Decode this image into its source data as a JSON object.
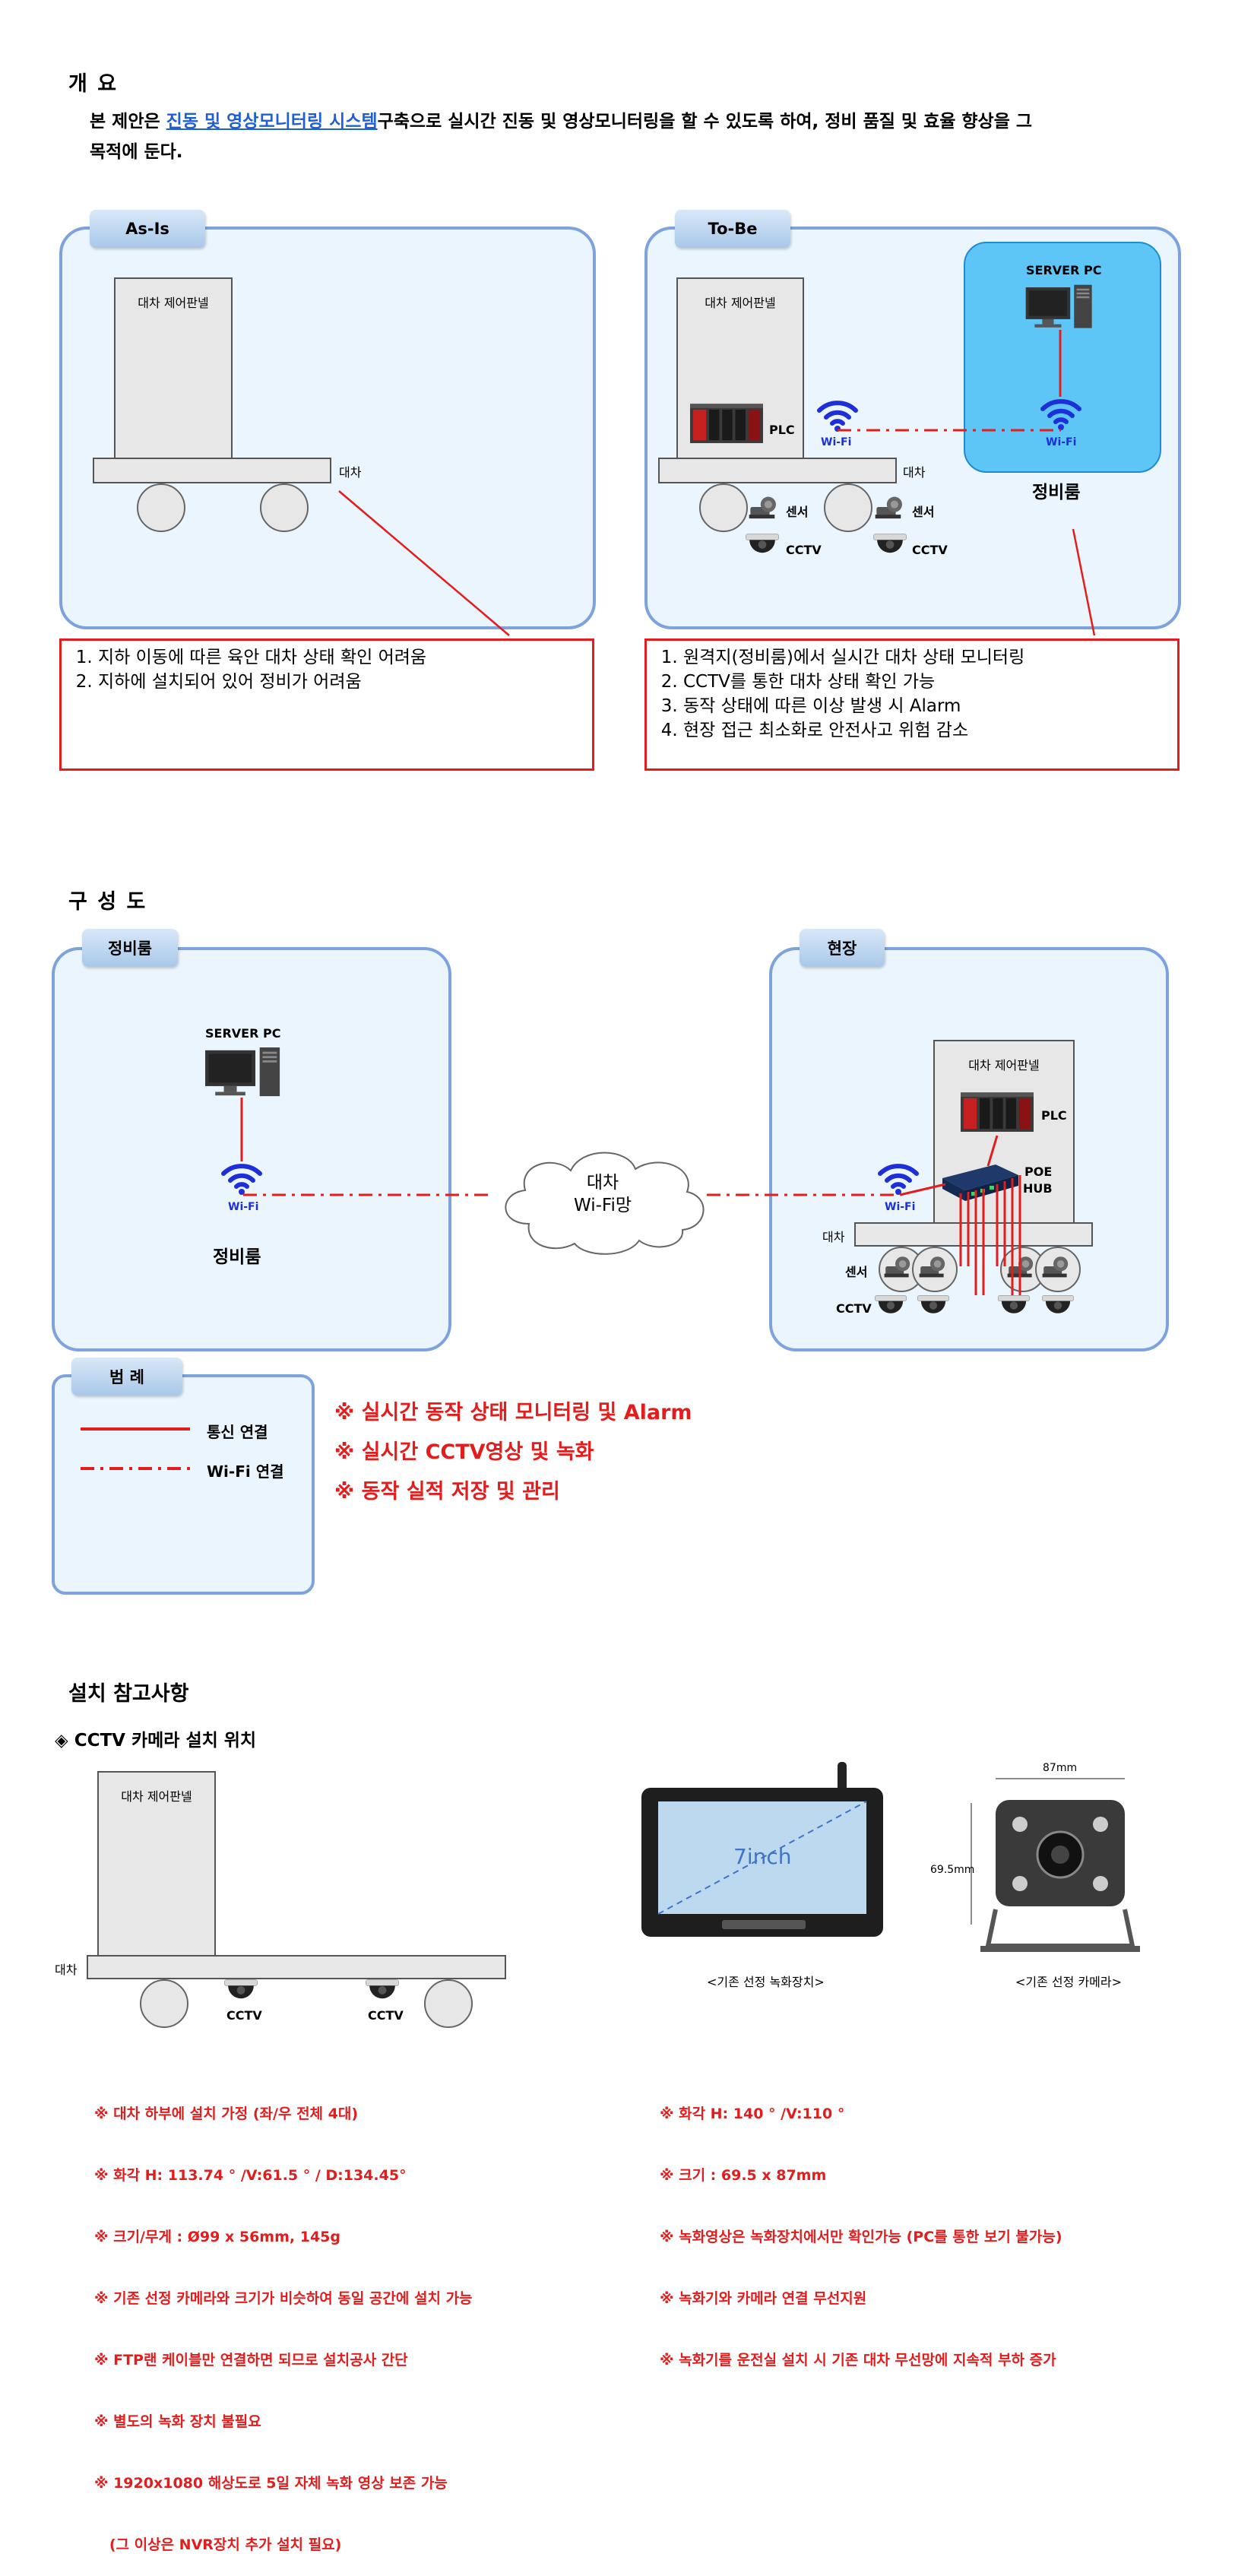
{
  "overview": {
    "title": "개 요",
    "line1_pre": "본 제안은 ",
    "line1_link": "진동 및 영상모니터링 시스템",
    "line1_post": "구축으로 실시간 진동 및 영상모니터링을 할 수 있도록 하여, 정비 품질 및 효율 향상을 그",
    "line2": "목적에 둔다."
  },
  "asis": {
    "tab": "As-Is",
    "panel_label": "대차 제어판넬",
    "cart_label": "대차",
    "items": [
      "지하 이동에 따른 육안 대차 상태 확인 어려움",
      "지하에 설치되어 있어 정비가 어려움"
    ]
  },
  "tobe": {
    "tab": "To-Be",
    "panel_label": "대차 제어판넬",
    "plc": "PLC",
    "wifi": "Wi-Fi",
    "wifi2": "Wi-Fi",
    "cart_label": "대차",
    "sensor1": "센서",
    "sensor2": "센서",
    "cctv1": "CCTV",
    "cctv2": "CCTV",
    "server_pc": "SERVER PC",
    "room": "정비룸",
    "items": [
      "원격지(정비룸)에서 실시간 대차 상태 모니터링",
      "CCTV를 통한 대차 상태 확인 가능",
      "동작 상태에 따른 이상 발생 시 Alarm",
      "현장 접근 최소화로 안전사고 위험 감소"
    ]
  },
  "config": {
    "title": "구 성 도",
    "left_tab": "정비룸",
    "right_tab": "현장",
    "server_pc": "SERVER PC",
    "wifi_left": "Wi-Fi",
    "room_label": "정비룸",
    "cloud_line1": "대차",
    "cloud_line2": "Wi-Fi망",
    "panel_label": "대차 제어판넬",
    "plc": "PLC",
    "poe1": "POE",
    "poe2": "HUB",
    "wifi_right": "Wi-Fi",
    "cart_label": "대차",
    "sensor": "센서",
    "cctv": "CCTV"
  },
  "legend": {
    "tab": "범 례",
    "wired": "통신 연결",
    "wifi": "Wi-Fi 연결",
    "features": [
      "※ 실시간 동작 상태 모니터링 및 Alarm",
      "※ 실시간 CCTV영상 및 녹화",
      "※ 동작 실적 저장 및 관리"
    ]
  },
  "install": {
    "title": "설치 참고사항",
    "subtitle": "◈ CCTV 카메라 설치 위치",
    "panel_label": "대차 제어판넬",
    "cart_label": "대차",
    "cctv1": "CCTV",
    "cctv2": "CCTV",
    "monitor_text": "7inch",
    "monitor_caption": "<기존 선정 녹화장치>",
    "camera_caption": "<기존 선정 카메라>",
    "dim_w": "87mm",
    "dim_h": "69.5mm",
    "notes_left": [
      "※ 대차 하부에 설치 가정 (좌/우 전체 4대)",
      "※ 화각 H: 113.74 ° /V:61.5 ° / D:134.45°",
      "※ 크기/무게 : Ø99 x 56mm, 145g",
      "※ 기존 선정 카메라와 크기가 비슷하여 동일 공간에 설치 가능",
      "※ FTP랜 케이블만 연결하면 되므로 설치공사 간단",
      "※ 별도의 녹화 장치 불필요",
      "※ 1920x1080 해상도로 5일 자체 녹화 영상 보존 가능",
      "   (그 이상은 NVR장치 추가 설치 필요)"
    ],
    "notes_right": [
      "※ 화각 H: 140 ° /V:110 °",
      "※ 크기 : 69.5 x 87mm",
      "※ 녹화영상은 녹화장치에서만 확인가능 (PC를 통한 보기 불가능)",
      "※ 녹화기와 카메라 연결 무선지원",
      "※ 녹화기를 운전실 설치 시 기존 대차 무선망에 지속적 부하 증가"
    ]
  }
}
